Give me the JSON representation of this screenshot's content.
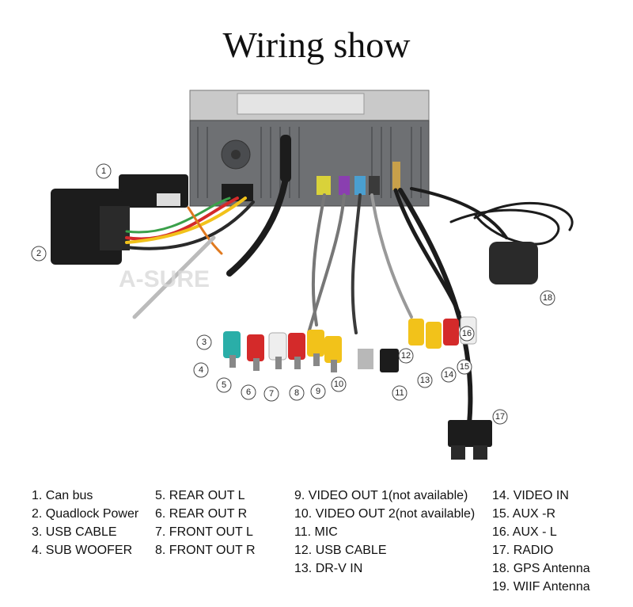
{
  "title": "Wiring show",
  "watermark": "A-SURE",
  "callouts": [
    "1",
    "2",
    "3",
    "4",
    "5",
    "6",
    "7",
    "8",
    "9",
    "10",
    "11",
    "12",
    "13",
    "14",
    "15",
    "16",
    "17",
    "18"
  ],
  "legend": {
    "col1": [
      "1. Can bus",
      "2. Quadlock Power",
      "3. USB CABLE",
      "4. SUB WOOFER"
    ],
    "col2": [
      "5. REAR OUT L",
      "6. REAR OUT R",
      "7. FRONT OUT L",
      "8. FRONT OUT R"
    ],
    "col3": [
      "9. VIDEO OUT 1(not available)",
      "10. VIDEO OUT 2(not available)",
      "11. MIC",
      "12. USB CABLE",
      "13. DR-V IN"
    ],
    "col4": [
      "14. VIDEO IN",
      "15. AUX -R",
      "16. AUX - L",
      "17. RADIO",
      "18. GPS Antenna",
      "19. WIIF Antenna"
    ]
  },
  "colors": {
    "rca_red": "#d42a2a",
    "rca_white": "#eeeeee",
    "rca_yellow": "#f2c21a",
    "rca_teal": "#2aaea8",
    "unit_gray": "#6e7073",
    "connector_black": "#1c1c1c"
  }
}
